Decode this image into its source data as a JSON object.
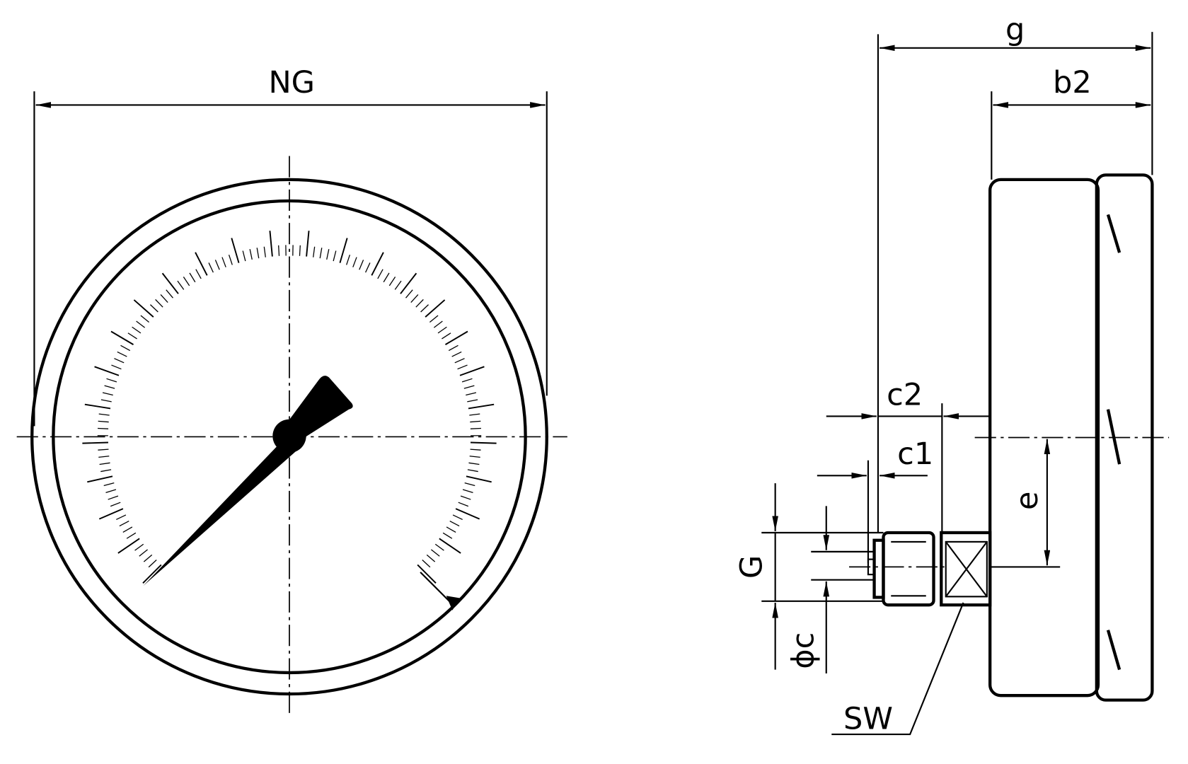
{
  "labels": {
    "ng": "NG",
    "g": "g",
    "b2": "b2",
    "c2": "c2",
    "c1": "c1",
    "e": "e",
    "G": "G",
    "phi_c": "ϕc",
    "sw": "SW"
  },
  "colors": {
    "line": "#000000",
    "background": "#ffffff"
  }
}
